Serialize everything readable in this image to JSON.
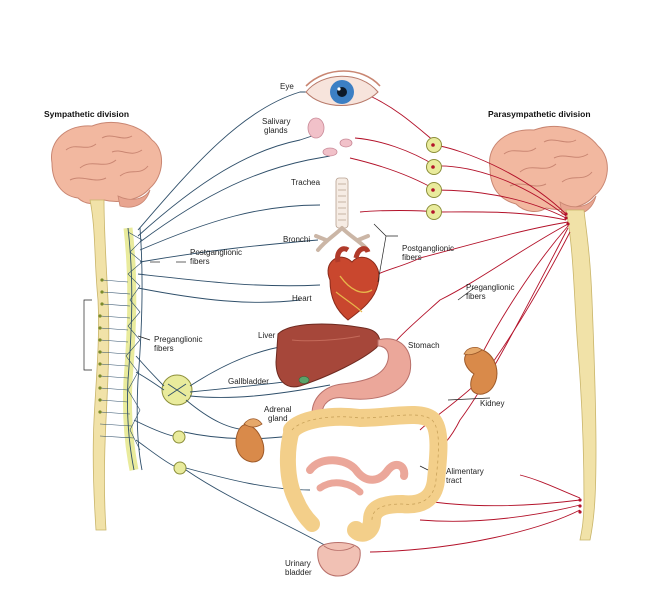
{
  "divisions": {
    "sympathetic": "Sympathetic division",
    "parasympathetic": "Parasympathetic division"
  },
  "organs": {
    "eye": "Eye",
    "salivary": [
      "Salivary",
      "glands"
    ],
    "trachea": "Trachea",
    "bronchi": "Bronchi",
    "heart": "Heart",
    "liver": "Liver",
    "gallbladder": "Gallbladder",
    "adrenal": [
      "Adrenal",
      "gland"
    ],
    "stomach": "Stomach",
    "kidney": "Kidney",
    "alimentary": [
      "Alimentary",
      "tract"
    ],
    "bladder": [
      "Urinary",
      "bladder"
    ]
  },
  "fibers": {
    "sym_post": [
      "Postganglionic",
      "fibers"
    ],
    "sym_pre": [
      "Preganglionic",
      "fibers"
    ],
    "para_post": [
      "Postganglionic",
      "fibers"
    ],
    "para_pre": [
      "Preganglionic",
      "fibers"
    ]
  },
  "colors": {
    "sympathetic_nerve": "#2f4f6a",
    "parasympathetic_nerve": "#b3122a",
    "brain": "#f2b8a0",
    "spinal_cord": "#f1e2a8",
    "ganglion": "#e9eb9c",
    "liver": "#a6473a",
    "heart": "#c9472e",
    "stomach": "#eba79a",
    "intestine": "#f3cf8a"
  }
}
